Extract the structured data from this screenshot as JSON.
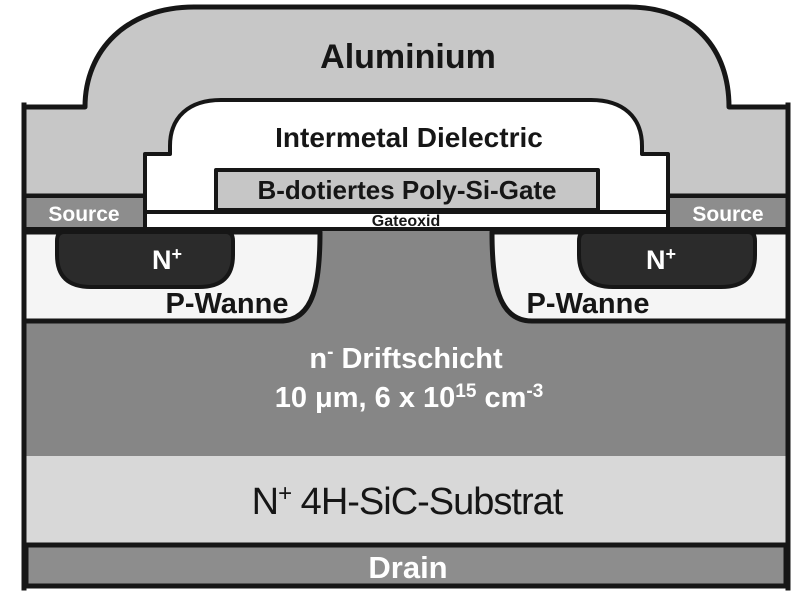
{
  "device": {
    "aluminium": {
      "label": "Aluminium"
    },
    "intermetal_dielectric": {
      "label": "Intermetal Dielectric"
    },
    "poly_gate": {
      "label": "B-dotiertes Poly-Si-Gate"
    },
    "gateoxid": {
      "label": "Gateoxid"
    },
    "source": {
      "label": "Source"
    },
    "n_plus": {
      "base": "N",
      "sup": "+"
    },
    "p_wanne": {
      "label": "P-Wanne"
    },
    "drift": {
      "line1_base": "n",
      "line1_sup": "-",
      "line1_rest": " Driftschicht",
      "line2_seg1": "10 μm, 6 x 10",
      "line2_sup1": "15",
      "line2_seg2": " cm",
      "line2_sup2": "-3"
    },
    "substrate": {
      "base": "N",
      "sup": "+",
      "rest": " 4H-SiC-Substrat"
    },
    "drain": {
      "label": "Drain"
    },
    "colors": {
      "background": "#ffffff",
      "outline": "#161616",
      "aluminium": "#c7c7c7",
      "dielectric": "#ffffff",
      "poly_gate": "#c6c6c6",
      "gateoxid": "#ffffff",
      "source": "#8d8d8d",
      "n_plus": "#2b2b2b",
      "p_well": "#f5f5f5",
      "drift": "#868686",
      "substrate": "#d8d8d8",
      "drain": "#8d8d8d",
      "label_dark": "#161616",
      "label_light": "#ffffff"
    }
  }
}
